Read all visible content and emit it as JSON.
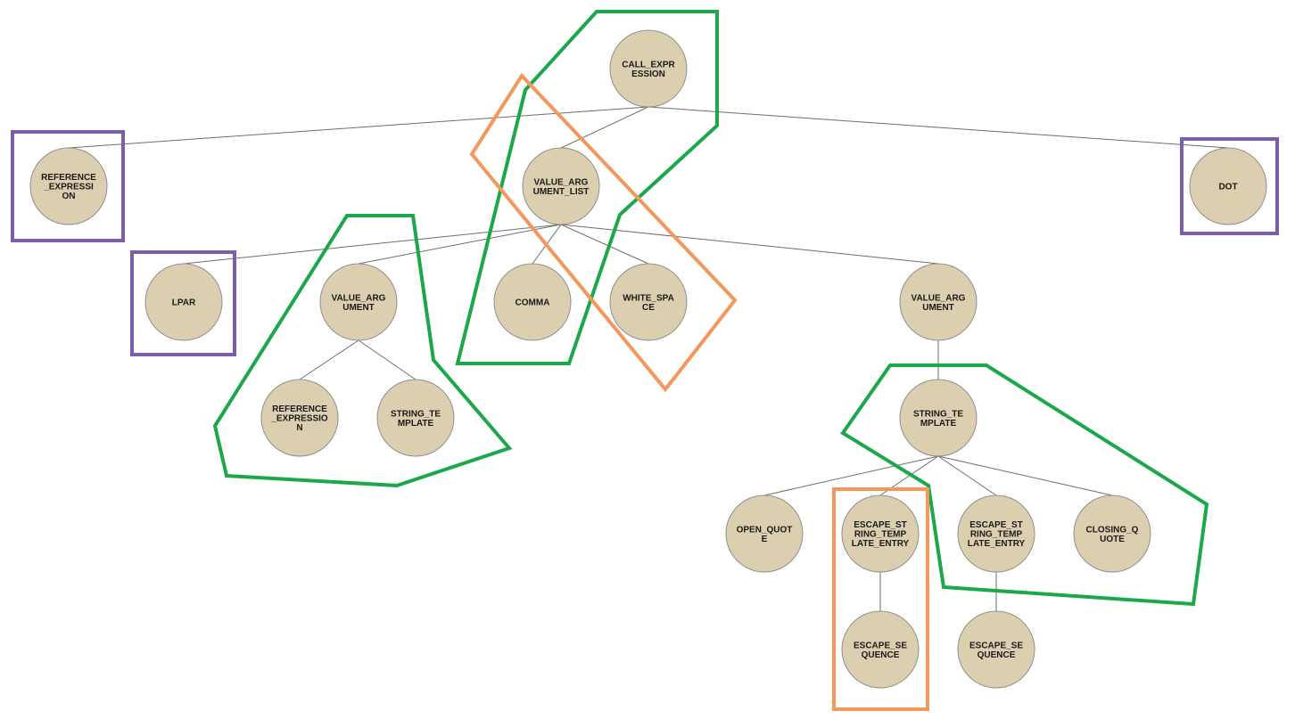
{
  "colors": {
    "node_fill": "#dbcfb0",
    "node_stroke": "#8f8f8f",
    "edge": "#6e6e6e",
    "group_green": "#1aa84b",
    "group_orange": "#f4975a",
    "group_purple": "#7b5ea7",
    "background": "#ffffff"
  },
  "nodes": [
    {
      "id": "call_expression",
      "lines": [
        "CALL_EXPR",
        "ESSION"
      ]
    },
    {
      "id": "reference_expression_root",
      "lines": [
        "REFERENCE",
        "_EXPRESSI",
        "ON"
      ]
    },
    {
      "id": "value_argument_list",
      "lines": [
        "VALUE_ARG",
        "UMENT_LIST"
      ]
    },
    {
      "id": "dot",
      "lines": [
        "DOT"
      ]
    },
    {
      "id": "lpar",
      "lines": [
        "LPAR"
      ]
    },
    {
      "id": "value_argument_left",
      "lines": [
        "VALUE_ARG",
        "UMENT"
      ]
    },
    {
      "id": "comma",
      "lines": [
        "COMMA"
      ]
    },
    {
      "id": "white_space",
      "lines": [
        "WHITE_SPA",
        "CE"
      ]
    },
    {
      "id": "value_argument_right",
      "lines": [
        "VALUE_ARG",
        "UMENT"
      ]
    },
    {
      "id": "reference_expression_child",
      "lines": [
        "REFERENCE",
        "_EXPRESSIO",
        "N"
      ]
    },
    {
      "id": "string_template_left",
      "lines": [
        "STRING_TE",
        "MPLATE"
      ]
    },
    {
      "id": "string_template_right",
      "lines": [
        "STRING_TE",
        "MPLATE"
      ]
    },
    {
      "id": "open_quote",
      "lines": [
        "OPEN_QUOT",
        "E"
      ]
    },
    {
      "id": "escape_entry_1",
      "lines": [
        "ESCAPE_ST",
        "RING_TEMP",
        "LATE_ENTRY"
      ]
    },
    {
      "id": "escape_entry_2",
      "lines": [
        "ESCAPE_ST",
        "RING_TEMP",
        "LATE_ENTRY"
      ]
    },
    {
      "id": "closing_quote",
      "lines": [
        "CLOSING_Q",
        "UOTE"
      ]
    },
    {
      "id": "escape_sequence_1",
      "lines": [
        "ESCAPE_SE",
        "QUENCE"
      ]
    },
    {
      "id": "escape_sequence_2",
      "lines": [
        "ESCAPE_SE",
        "QUENCE"
      ]
    }
  ],
  "edges": [
    [
      "call_expression",
      "reference_expression_root"
    ],
    [
      "call_expression",
      "value_argument_list"
    ],
    [
      "call_expression",
      "dot"
    ],
    [
      "value_argument_list",
      "lpar"
    ],
    [
      "value_argument_list",
      "value_argument_left"
    ],
    [
      "value_argument_list",
      "comma"
    ],
    [
      "value_argument_list",
      "white_space"
    ],
    [
      "value_argument_list",
      "value_argument_right"
    ],
    [
      "value_argument_left",
      "reference_expression_child"
    ],
    [
      "value_argument_left",
      "string_template_left"
    ],
    [
      "value_argument_right",
      "string_template_right"
    ],
    [
      "string_template_right",
      "open_quote"
    ],
    [
      "string_template_right",
      "escape_entry_1"
    ],
    [
      "string_template_right",
      "escape_entry_2"
    ],
    [
      "string_template_right",
      "closing_quote"
    ],
    [
      "escape_entry_1",
      "escape_sequence_1"
    ],
    [
      "escape_entry_2",
      "escape_sequence_2"
    ]
  ],
  "groups": [
    {
      "id": "green-call-list-comma",
      "color": "group_green"
    },
    {
      "id": "orange-list-whitespace",
      "color": "group_orange"
    },
    {
      "id": "green-value-argument",
      "color": "group_green"
    },
    {
      "id": "green-string-template",
      "color": "group_green"
    },
    {
      "id": "orange-escape-entry",
      "color": "group_orange"
    },
    {
      "id": "purple-reference",
      "color": "group_purple"
    },
    {
      "id": "purple-dot",
      "color": "group_purple"
    },
    {
      "id": "purple-lpar",
      "color": "group_purple"
    }
  ]
}
